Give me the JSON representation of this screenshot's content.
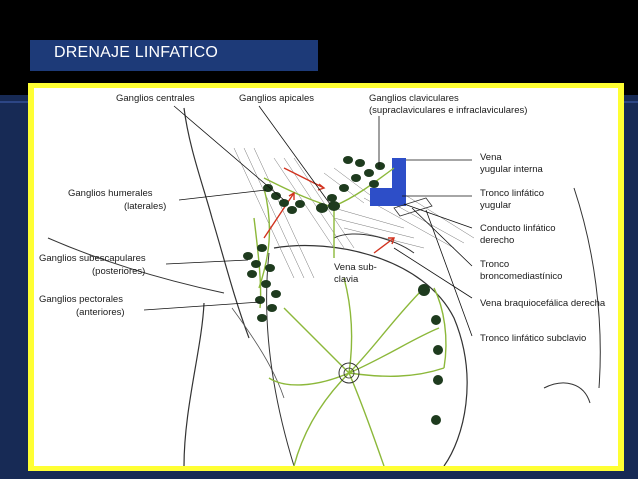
{
  "slide": {
    "title": "DRENAJE LINFATICO"
  },
  "diagram": {
    "labels": {
      "ganglios_centrales": "Ganglios centrales",
      "ganglios_apicales": "Ganglios apicales",
      "ganglios_claviculares_1": "Ganglios claviculares",
      "ganglios_claviculares_2": "(supraclaviculares e infraclaviculares)",
      "humerales_1": "Ganglios humerales",
      "humerales_2": "(laterales)",
      "subescapulares_1": "Ganglios subescapulares",
      "subescapulares_2": "(posteriores)",
      "pectorales_1": "Ganglios pectorales",
      "pectorales_2": "(anteriores)",
      "vena_yugular_1": "Vena",
      "vena_yugular_2": "yugular interna",
      "tronco_yugular_1": "Tronco linfático",
      "tronco_yugular_2": "yugular",
      "conducto_derecho_1": "Conducto linfático",
      "conducto_derecho_2": "derecho",
      "tronco_bronco_1": "Tronco",
      "tronco_bronco_2": "broncomediastínico",
      "vena_subclavia_1": "Vena sub-",
      "vena_subclavia_2": "clavia",
      "vena_braquiocefalica": "Vena braquiocefálica derecha",
      "tronco_subclavio": "Tronco linfático subclavio"
    }
  },
  "colors": {
    "background_top": "#000000",
    "background_bottom": "#172a55",
    "title_bar": "#1d3a78",
    "frame": "#ffff33",
    "node_fill": "#1e3b1e",
    "vessel": "#8cb83a",
    "vein_blue": "#2d4ec8",
    "arrow_red": "#d2331f"
  }
}
